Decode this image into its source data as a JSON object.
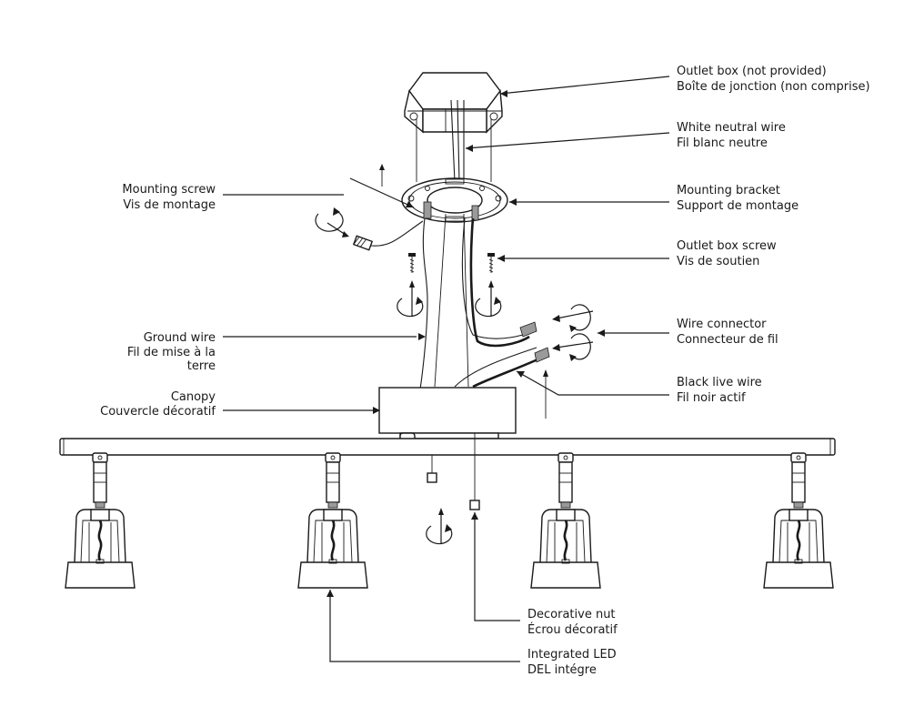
{
  "labels": {
    "outlet_box": [
      "Outlet box (not provided)",
      "Boîte de jonction (non comprise)"
    ],
    "white_neutral_wire": [
      "White neutral wire",
      "Fil blanc neutre"
    ],
    "mounting_bracket": [
      "Mounting bracket",
      "Support de montage"
    ],
    "outlet_box_screw": [
      "Outlet box screw",
      "Vis de soutien"
    ],
    "wire_connector": [
      "Wire connector",
      "Connecteur de fil"
    ],
    "black_live_wire": [
      "Black live wire",
      "Fil noir actif"
    ],
    "mounting_screw": [
      "Mounting screw",
      "Vis de montage"
    ],
    "ground_wire": [
      "Ground wire",
      "Fil de mise à la",
      "terre"
    ],
    "canopy": [
      "Canopy",
      "Couvercle décoratif"
    ],
    "decorative_nut": [
      "Decorative nut",
      "Écrou décoratif"
    ],
    "integrated_led": [
      "Integrated LED",
      "DEL intégre"
    ]
  },
  "parts": {
    "spotlights": [
      "spotlight-1",
      "spotlight-2",
      "spotlight-3",
      "spotlight-4"
    ]
  },
  "colors": {
    "line": "#1a1a1a",
    "background": "#ffffff"
  }
}
